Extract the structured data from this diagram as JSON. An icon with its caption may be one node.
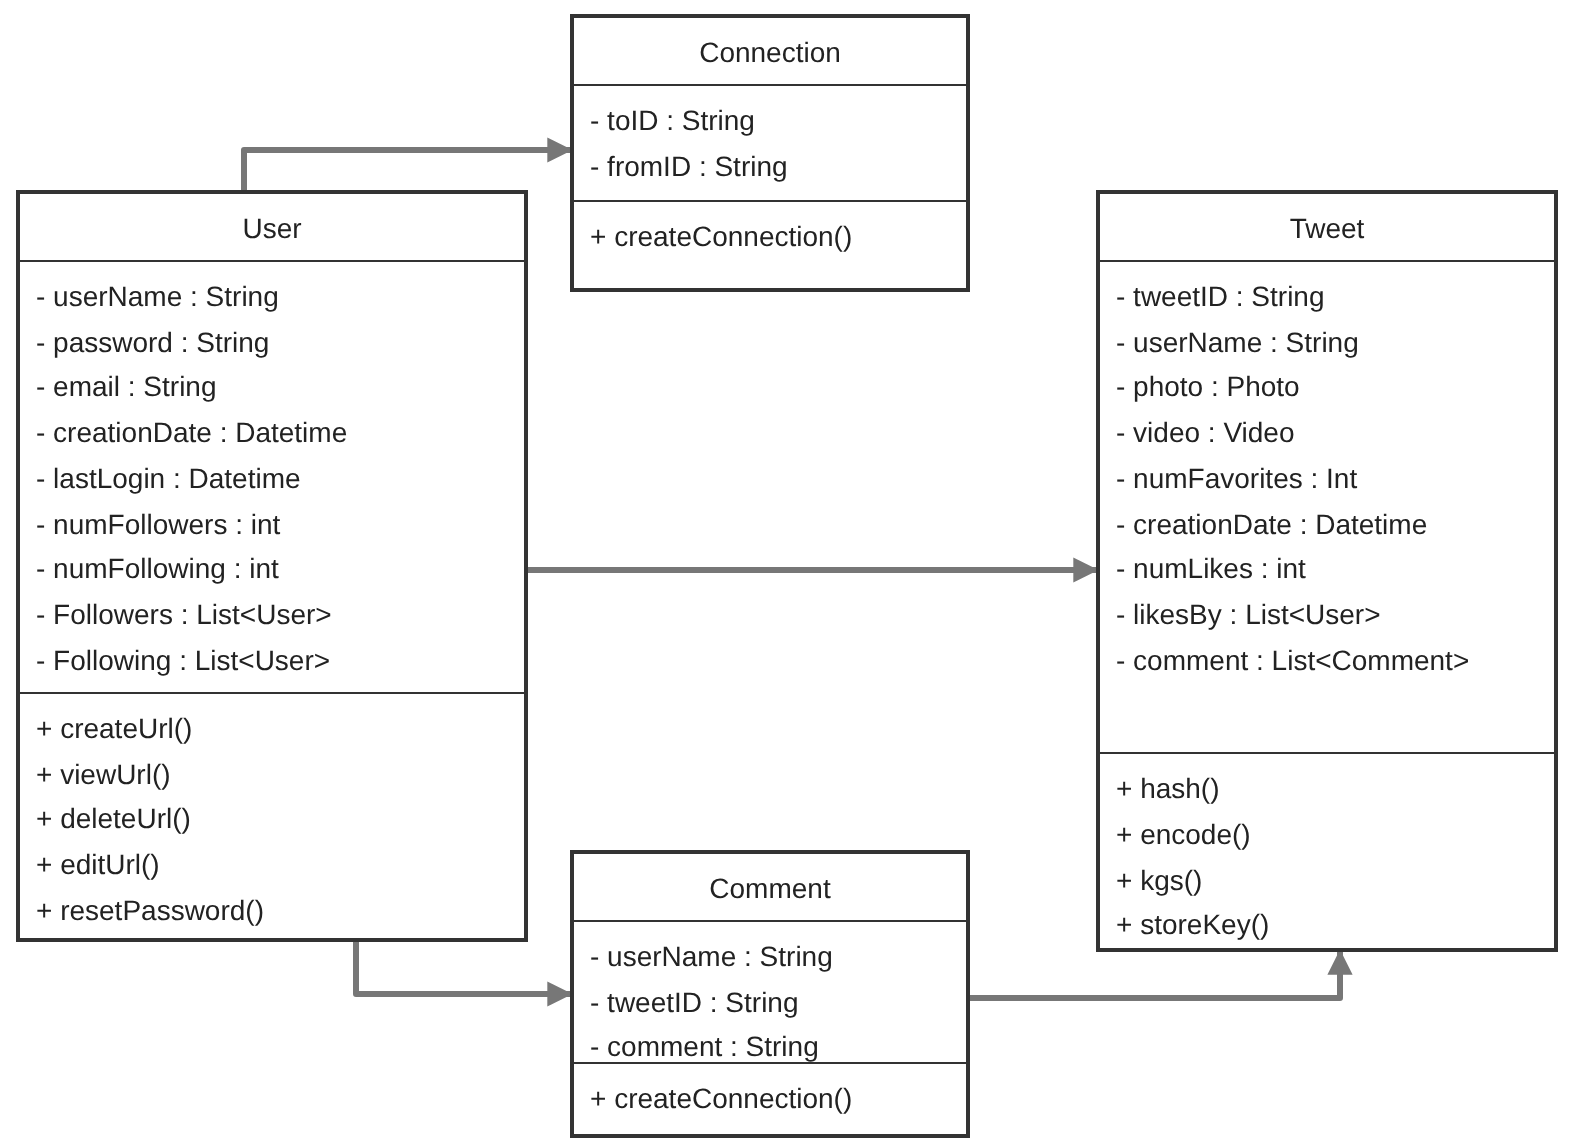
{
  "diagram": {
    "nodes": [
      {
        "text": [
          "Connection"
        ]
      },
      {
        "text": [
          "- toID : String",
          "- fromID : String"
        ],
        "in": 0
      },
      {
        "text": [
          "+ createConnection()"
        ],
        "in": 0
      },
      {
        "text": [
          "User"
        ]
      },
      {
        "text": [
          "- userName : String",
          "- password : String",
          "- email : String",
          "- creationDate : Datetime",
          "- lastLogin : Datetime",
          "- numFollowers : int",
          "- numFollowing : int",
          "- Followers : List<User>",
          "- Following : List<User>"
        ],
        "in": 3
      },
      {
        "text": [
          "+ createUrl()",
          "+ viewUrl()",
          "+ deleteUrl()",
          "+ editUrl()",
          "+ resetPassword()"
        ],
        "in": 3
      },
      {
        "text": [
          "Tweet"
        ]
      },
      {
        "text": [
          "- tweetID : String",
          "- userName : String",
          "- photo : Photo",
          "- video : Video",
          "- numFavorites : Int",
          "- creationDate : Datetime",
          "- numLikes : int",
          "- likesBy : List<User>",
          "- comment : List<Comment>"
        ],
        "in": 6
      },
      {
        "text": [
          "+ hash()",
          "+ encode()",
          "+ kgs()",
          "+ storeKey()"
        ],
        "in": 6
      },
      {
        "text": [
          "Comment"
        ]
      },
      {
        "text": [
          "- userName : String",
          "- tweetID : String",
          "- comment : String"
        ],
        "in": 9
      },
      {
        "text": [
          "+ createConnection()"
        ],
        "in": 9
      }
    ],
    "edges": [
      {
        "from": 3,
        "to": 0,
        "arrow": "to"
      },
      {
        "from": 3,
        "to": 6,
        "arrow": "to"
      },
      {
        "from": 3,
        "to": 9,
        "arrow": "to"
      },
      {
        "from": 9,
        "to": 6,
        "arrow": "to"
      }
    ]
  }
}
